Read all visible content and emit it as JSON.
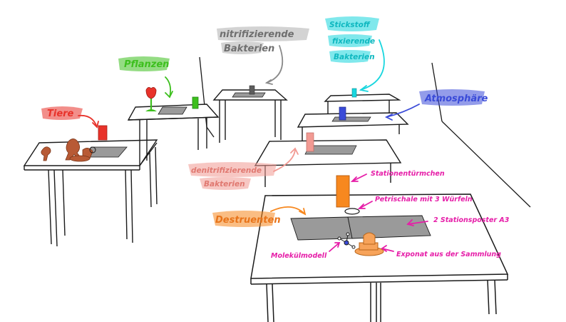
{
  "labels": {
    "tiere": "Tiere",
    "pflanzen": "Pflanzen",
    "nitrifizierende_line1": "nitrifizierende",
    "nitrifizierende_line2": "Bakterien",
    "stickstoff_line1": "Stickstoff",
    "stickstoff_line2": "fixierende",
    "stickstoff_line3": "Bakterien",
    "atmosphaere": "Atmosphäre",
    "denitrifizierende_line1": "denitrifizierende",
    "denitrifizierende_line2": "Bakterien",
    "destruenten": "Destruenten",
    "stationentuermchen": "Stationentürmchen",
    "petrischale": "Petrischale mit 3 Würfeln",
    "stationsposter": "2 Stationsposter A3",
    "molekuelmodell": "Molekülmodell",
    "exponat": "Exponat aus der Sammlung"
  },
  "colors": {
    "tiere": "#e8322a",
    "pflanzen": "#3dbf1e",
    "nitrifizierende": "#8a8a8a",
    "stickstoff": "#19d6de",
    "atmosphaere": "#3a4bd8",
    "denitrifizierende": "#f29a93",
    "destruenten": "#f7881f",
    "annotations": "#e61ea8",
    "ink": "#1a1a1a",
    "poster": "#9a9a9a"
  }
}
